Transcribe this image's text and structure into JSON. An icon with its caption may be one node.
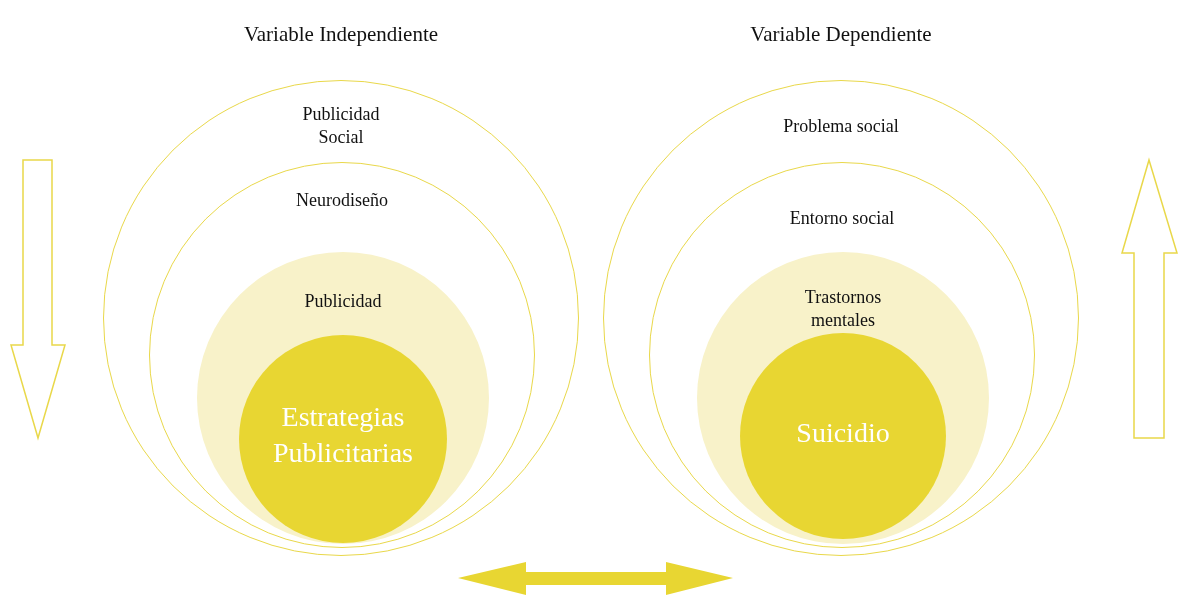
{
  "diagram": {
    "nodes": [
      {
        "text": [
          "Publicidad Social"
        ]
      },
      {
        "text": [
          "Neurodiseño"
        ],
        "in": 0
      },
      {
        "text": [
          "Publicidad"
        ],
        "in": 1
      },
      {
        "text": [
          "Estrategias Publicitarias"
        ],
        "in": 2
      },
      {
        "text": [
          "Problema social"
        ]
      },
      {
        "text": [
          "Entorno social"
        ],
        "in": 4
      },
      {
        "text": [
          "Trastornos mentales"
        ],
        "in": 5
      },
      {
        "text": [
          "Suicidio"
        ],
        "in": 6
      }
    ],
    "edges": [],
    "labels": [
      "Variable Independiente",
      "Variable Dependiente"
    ]
  }
}
